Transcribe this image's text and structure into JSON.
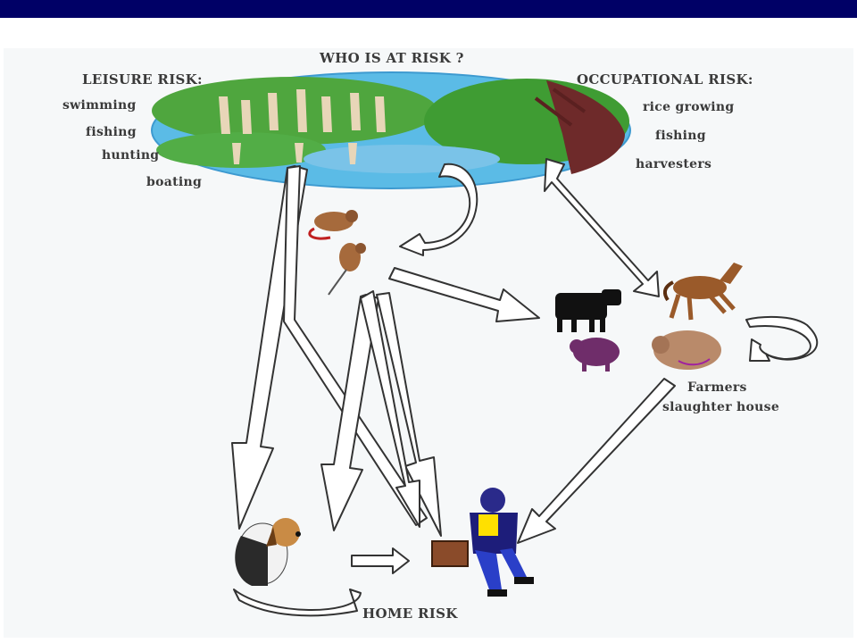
{
  "diagram": {
    "title": "WHO IS AT RISK ?",
    "leisure": {
      "heading": "LEISURE RISK:",
      "items": [
        "swimming",
        "fishing",
        "hunting",
        "boating"
      ]
    },
    "occupational": {
      "heading": "OCCUPATIONAL RISK:",
      "items": [
        "rice growing",
        "fishing",
        "harvesters"
      ]
    },
    "farm": {
      "line1": "Farmers",
      "line2": "slaughter house"
    },
    "home": {
      "heading": "HOME RISK"
    }
  },
  "colors": {
    "top_bar": "#000066",
    "water": "#62b6e0",
    "vegetation": "#47a83c",
    "label": "#3a3a3a"
  },
  "icons": [
    "wetland-scene-icon",
    "rat-icon",
    "cow-icon",
    "sheep-icon",
    "horse-icon",
    "pig-icon",
    "dog-icon",
    "worker-icon"
  ]
}
